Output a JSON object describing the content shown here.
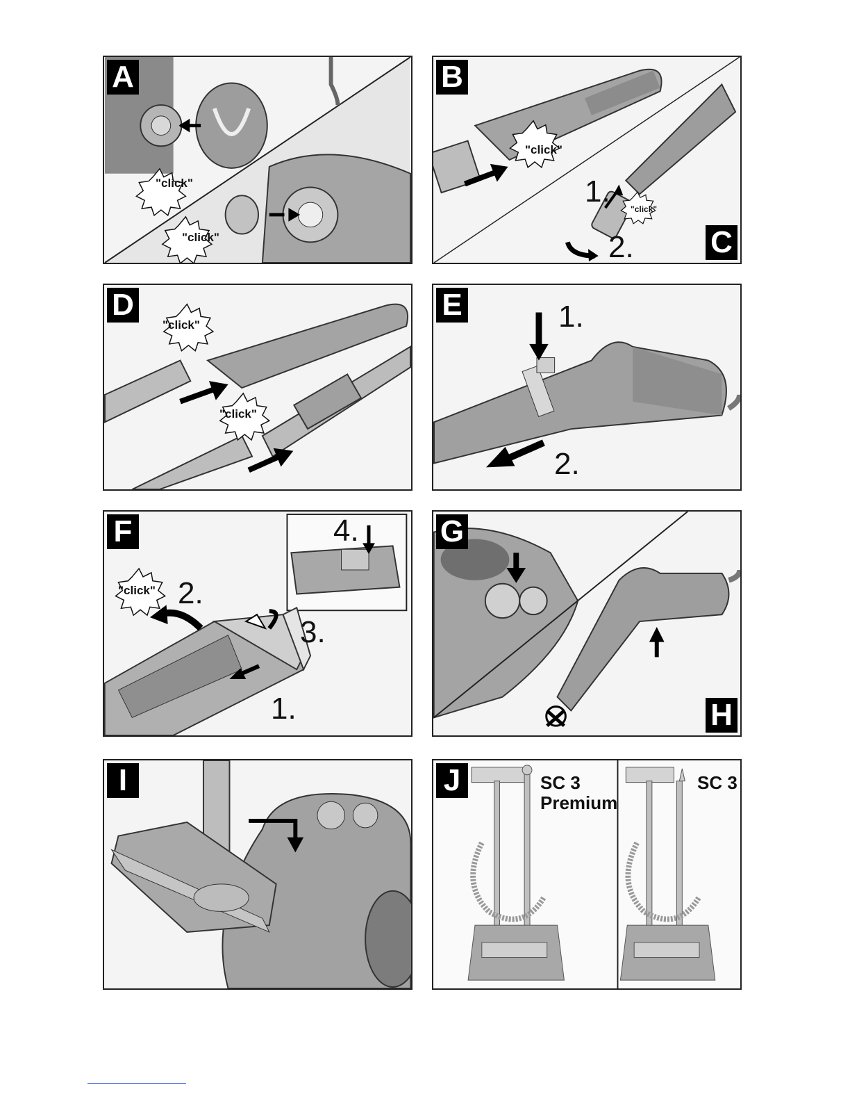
{
  "panels": {
    "A": {
      "letter": "A",
      "click1": "\"click\"",
      "click2": "\"click\""
    },
    "B": {
      "letter": "B",
      "click": "\"click\""
    },
    "C": {
      "letter": "C",
      "step1": "1.",
      "step2": "2.",
      "click": "\"click\""
    },
    "D": {
      "letter": "D",
      "click1": "\"click\"",
      "click2": "\"click\""
    },
    "E": {
      "letter": "E",
      "step1": "1.",
      "step2": "2."
    },
    "F": {
      "letter": "F",
      "click": "\"click\"",
      "step1": "1.",
      "step2": "2.",
      "step3": "3.",
      "step4": "4."
    },
    "G": {
      "letter": "G"
    },
    "H": {
      "letter": "H"
    },
    "I": {
      "letter": "I"
    },
    "J": {
      "letter": "J",
      "model_premium_line1": "SC 3",
      "model_premium_line2": "Premium",
      "model_standard": "SC 3"
    }
  },
  "colors": {
    "line": "#222222",
    "device_gray": "#9a9a9a",
    "panel_bg": "#f4f4f4",
    "arrow": "#000000"
  }
}
